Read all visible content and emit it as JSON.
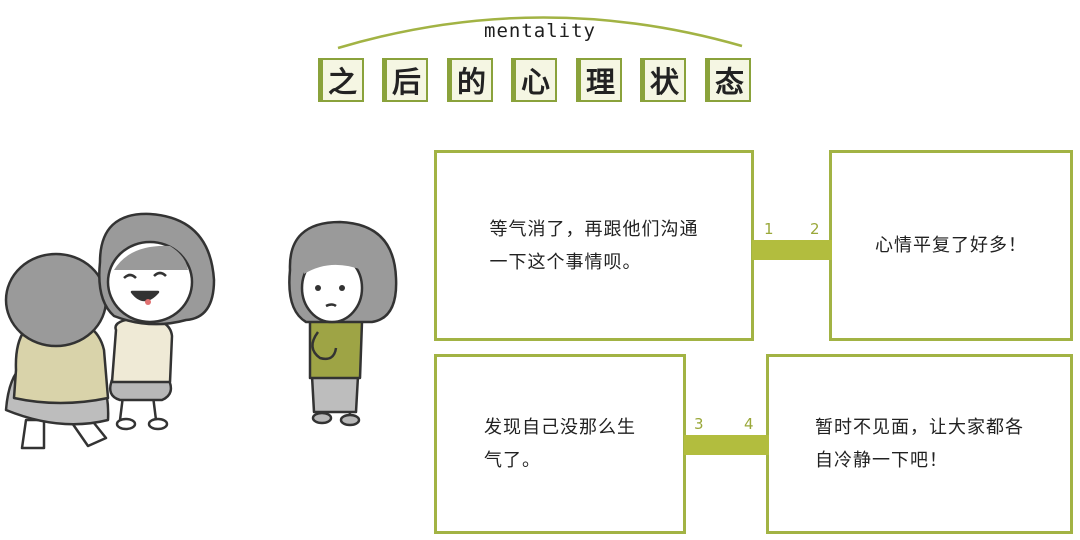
{
  "header": {
    "subtitle": "mentality",
    "title_chars": [
      "之",
      "后",
      "的",
      "心",
      "理",
      "状",
      "态"
    ]
  },
  "cards": [
    {
      "id": 1,
      "lines": [
        "等气消了，再跟他们沟通",
        "一下这个事情呗。"
      ]
    },
    {
      "id": 2,
      "lines": [
        "心情平复了好多！"
      ]
    },
    {
      "id": 3,
      "lines": [
        "发现自己没那么生",
        "气了。"
      ]
    },
    {
      "id": 4,
      "lines": [
        "暂时不见面，让大家都各",
        "自冷静一下吧！"
      ]
    }
  ],
  "connectors": [
    {
      "left_label": "1",
      "right_label": "2"
    },
    {
      "left_label": "3",
      "right_label": "4"
    }
  ],
  "colors": {
    "accent": "#a2b344",
    "tile_bg": "#f5f6e3",
    "hair": "#9a9a9a",
    "shirt_green": "#9ea445",
    "shirt_cream": "#efead6",
    "skirt": "#bdbdbd"
  },
  "icons": [
    "arc-decoration",
    "person-back-icon",
    "person-laughing-icon",
    "person-thinking-icon"
  ]
}
